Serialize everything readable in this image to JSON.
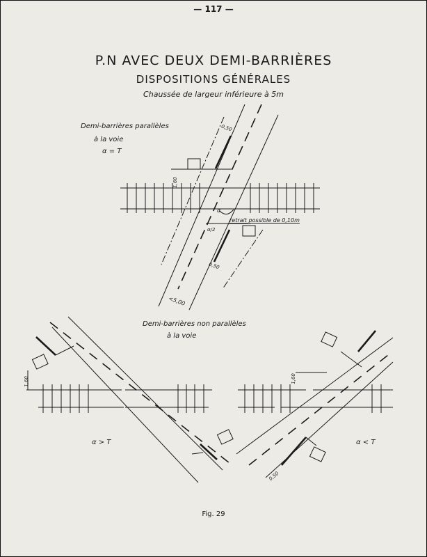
{
  "page_number": "— 117 —",
  "title": "P.N AVEC DEUX DEMI-BARRIÈRES",
  "subtitle": "DISPOSITIONS GÉNÉRALES",
  "subsubtitle": "Chaussée de largeur inférieure à 5m",
  "top_diagram": {
    "label_line1": "Demi-barrières parallèles",
    "label_line2": "à la voie",
    "label_line3": "α = T",
    "dim_050_top": "0,50",
    "dim_160": "1,60",
    "dim_050_bottom": "0,50",
    "dim_width": "<5,00",
    "note": "retrait possible de 0,10m",
    "angle": "α",
    "angle_half": "α/2"
  },
  "bottom_diagrams": {
    "label_line1": "Demi-barrières non parallèles",
    "label_line2": "à la voie",
    "left_condition": "α > T",
    "right_condition": "α < T",
    "dim_160_left": "1,60",
    "dim_160_right": "1,60",
    "dim_050": "0,50"
  },
  "figure_caption": "Fig. 29"
}
